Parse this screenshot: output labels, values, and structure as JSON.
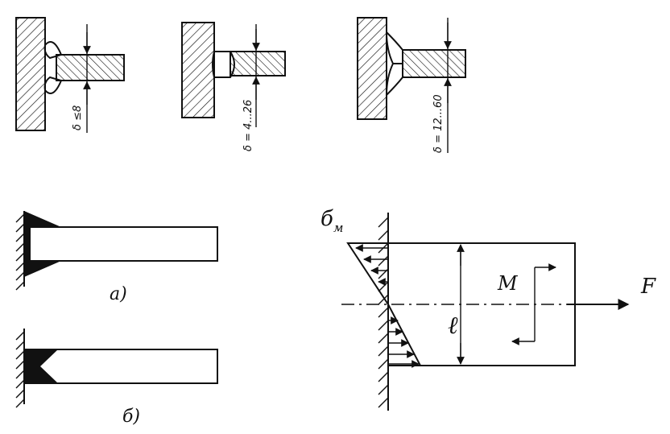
{
  "joints": [
    {
      "thickness_label": "δ ≤8"
    },
    {
      "thickness_label": "δ = 4...26"
    },
    {
      "thickness_label": "δ = 12...60"
    }
  ],
  "variants": {
    "a_label": "а)",
    "b_label": "б)"
  },
  "stress_diagram": {
    "sigma_label": "б",
    "sigma_subscript": "м",
    "moment_label": "M",
    "force_label": "F",
    "length_label": "ℓ"
  }
}
